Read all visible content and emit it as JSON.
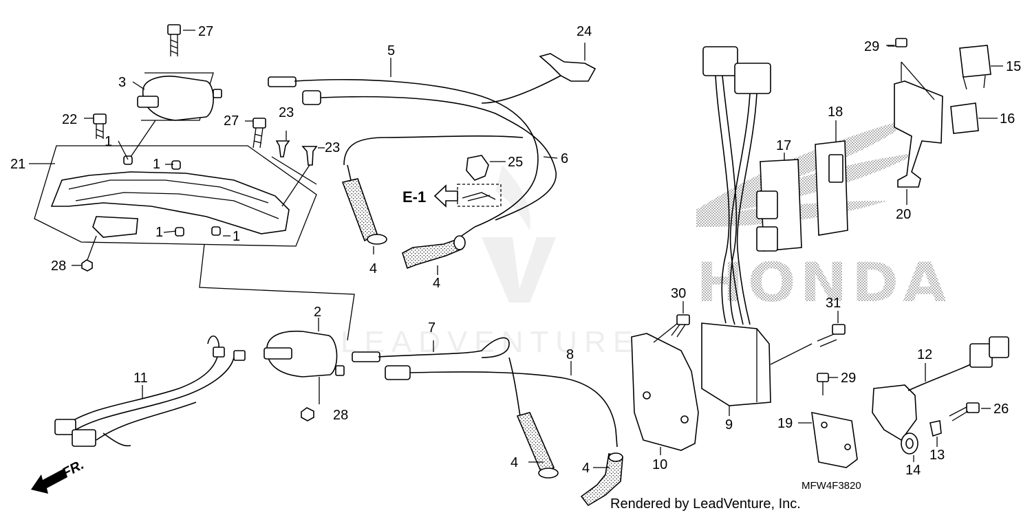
{
  "diagram": {
    "callouts": [
      {
        "id": "c27a",
        "text": "27"
      },
      {
        "id": "c3",
        "text": "3"
      },
      {
        "id": "c22",
        "text": "22"
      },
      {
        "id": "c27b",
        "text": "27"
      },
      {
        "id": "c23a",
        "text": "23"
      },
      {
        "id": "c23b",
        "text": "23"
      },
      {
        "id": "c21",
        "text": "21"
      },
      {
        "id": "c1a",
        "text": "1"
      },
      {
        "id": "c1b",
        "text": "1"
      },
      {
        "id": "c1c",
        "text": "1"
      },
      {
        "id": "c1d",
        "text": "1"
      },
      {
        "id": "c28a",
        "text": "28"
      },
      {
        "id": "c5",
        "text": "5"
      },
      {
        "id": "c24",
        "text": "24"
      },
      {
        "id": "c25",
        "text": "25"
      },
      {
        "id": "c6",
        "text": "6"
      },
      {
        "id": "c4a",
        "text": "4"
      },
      {
        "id": "c4b",
        "text": "4"
      },
      {
        "id": "c2",
        "text": "2"
      },
      {
        "id": "c11",
        "text": "11"
      },
      {
        "id": "c28b",
        "text": "28"
      },
      {
        "id": "c7",
        "text": "7"
      },
      {
        "id": "c8",
        "text": "8"
      },
      {
        "id": "c4c",
        "text": "4"
      },
      {
        "id": "c4d",
        "text": "4"
      },
      {
        "id": "c29a",
        "text": "29"
      },
      {
        "id": "c15",
        "text": "15"
      },
      {
        "id": "c16",
        "text": "16"
      },
      {
        "id": "c18",
        "text": "18"
      },
      {
        "id": "c17",
        "text": "17"
      },
      {
        "id": "c20",
        "text": "20"
      },
      {
        "id": "c30",
        "text": "30"
      },
      {
        "id": "c31",
        "text": "31"
      },
      {
        "id": "c9",
        "text": "9"
      },
      {
        "id": "c10",
        "text": "10"
      },
      {
        "id": "c29b",
        "text": "29"
      },
      {
        "id": "c19",
        "text": "19"
      },
      {
        "id": "c12",
        "text": "12"
      },
      {
        "id": "c26",
        "text": "26"
      },
      {
        "id": "c13",
        "text": "13"
      },
      {
        "id": "c14",
        "text": "14"
      }
    ],
    "ref_label": "E-1",
    "front_label": "FR.",
    "diagram_code": "MFW4F3820",
    "brand_mark": "HONDA",
    "watermark_text": "LEADVENTURE",
    "credit": "Rendered by LeadVenture, Inc."
  }
}
